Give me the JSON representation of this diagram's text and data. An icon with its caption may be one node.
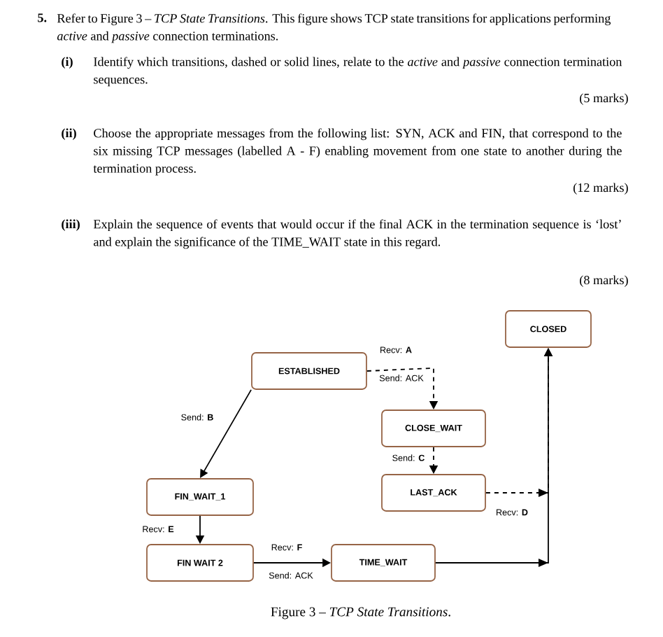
{
  "diagram": {
    "caption": "Figure 3 – *TCP State Transitions*.",
    "nodes": [
      {
        "text": [
          "CLOSED"
        ]
      },
      {
        "text": [
          "ESTABLISHED"
        ]
      },
      {
        "text": [
          "CLOSE_WAIT"
        ]
      },
      {
        "text": [
          "LAST_ACK"
        ]
      },
      {
        "text": [
          "FIN_WAIT_1"
        ]
      },
      {
        "text": [
          "FIN WAIT 2"
        ]
      },
      {
        "text": [
          "TIME_WAIT"
        ]
      }
    ],
    "edges": [
      {
        "from": 1,
        "to": 2,
        "arrow": "to",
        "style": "dashed",
        "label": "Recv: **A**"
      },
      {
        "from": 2,
        "to": 3,
        "arrow": "to",
        "style": "dashed",
        "label": "Send: **C**"
      },
      {
        "from": 3,
        "to": 0,
        "arrow": "to",
        "style": "dashed",
        "label": "Recv: **D**"
      },
      {
        "from": 1,
        "to": 4,
        "arrow": "to",
        "label": "Send: **B**"
      },
      {
        "from": 4,
        "to": 5,
        "arrow": "to",
        "label": "Recv: **E**"
      },
      {
        "from": 5,
        "to": 6,
        "arrow": "to",
        "label": "Recv: **F**"
      },
      {
        "from": 6,
        "to": 0,
        "arrow": "to"
      }
    ],
    "labels": [
      "5.",
      "Refer to Figure 3 – *TCP State Transitions*. This figure shows TCP state transitions for applications performing *active* and *passive* connection terminations.",
      "(i)",
      "Identify which transitions, dashed or solid lines, relate to the *active* and *passive* connection termination sequences.",
      "(5 marks)",
      "(ii)",
      "Choose the appropriate messages from the following list: SYN, ACK and FIN, that correspond to the six missing TCP messages (labelled A - F) enabling movement from one state to another during the termination process.",
      "(12 marks)",
      "(iii)",
      "Explain the sequence of events that would occur if the final ACK in the termination sequence is ‘lost’ and explain the significance of the TIME_WAIT state in this regard.",
      "(8 marks)",
      "Send: ACK",
      "Send: ACK"
    ]
  }
}
